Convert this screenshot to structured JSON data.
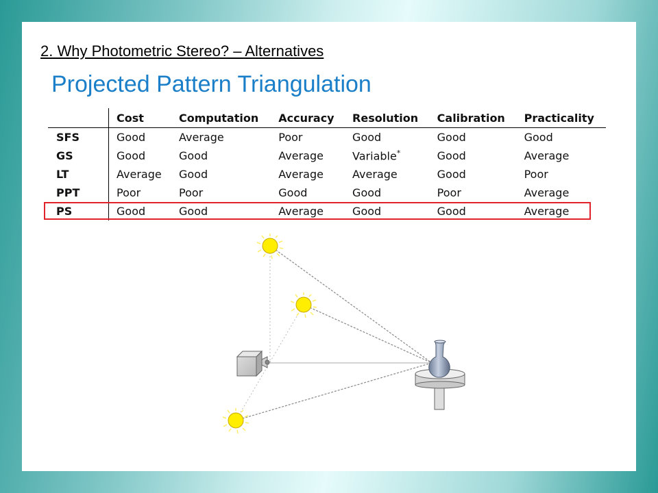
{
  "slide": {
    "section_title": "2. Why Photometric Stereo? – Alternatives",
    "main_title": "Projected Pattern Triangulation"
  },
  "table": {
    "columns": [
      "Cost",
      "Computation",
      "Accuracy",
      "Resolution",
      "Calibration",
      "Practicality"
    ],
    "rows": [
      {
        "method": "SFS",
        "values": [
          "Good",
          "Average",
          "Poor",
          "Good",
          "Good",
          "Good"
        ]
      },
      {
        "method": "GS",
        "values": [
          "Good",
          "Good",
          "Average",
          "Variable",
          "Good",
          "Average"
        ],
        "note": "*"
      },
      {
        "method": "LT",
        "values": [
          "Average",
          "Good",
          "Average",
          "Average",
          "Good",
          "Poor"
        ]
      },
      {
        "method": "PPT",
        "values": [
          "Poor",
          "Poor",
          "Good",
          "Good",
          "Poor",
          "Average"
        ]
      },
      {
        "method": "PS",
        "values": [
          "Good",
          "Good",
          "Average",
          "Good",
          "Good",
          "Average"
        ]
      }
    ],
    "highlighted_row": "PS"
  },
  "colors": {
    "title_blue": "#1a7fc8",
    "highlight_red": "#e0222a",
    "light_yellow": "#ffee00"
  }
}
